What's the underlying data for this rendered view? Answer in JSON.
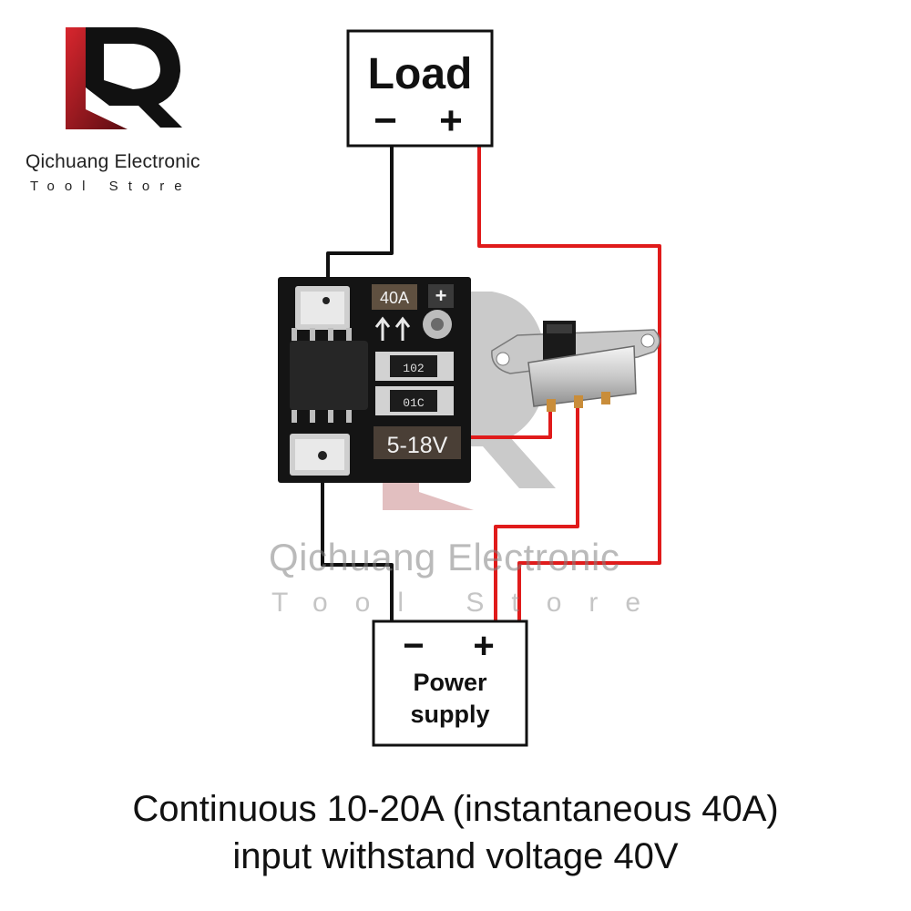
{
  "brand": {
    "name": "Qichuang Electronic",
    "subtitle": "Tool Store",
    "logo_text": "LQ"
  },
  "watermark": {
    "name": "Qichuang Electronic",
    "subtitle": "Tool Store"
  },
  "load": {
    "label": "Load",
    "minus": "−",
    "plus": "+"
  },
  "power_supply": {
    "minus": "−",
    "plus": "+",
    "label_line1": "Power",
    "label_line2": "supply"
  },
  "module": {
    "current_label": "40A",
    "plus_pad": "+",
    "resistor1": "102",
    "resistor2": "01C",
    "voltage_label": "5-18V"
  },
  "colors": {
    "wire_positive": "#e01b1b",
    "wire_negative": "#111111",
    "pcb": "#141414",
    "logo_red": "#a3171d"
  },
  "caption": {
    "line1": "Continuous 10-20A (instantaneous 40A)",
    "line2": "input withstand voltage 40V"
  }
}
